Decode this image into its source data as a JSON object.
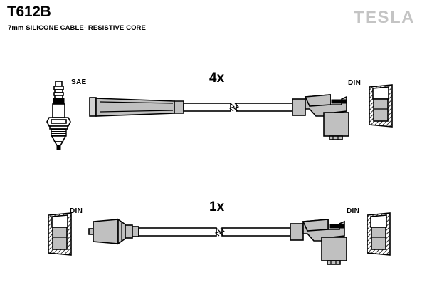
{
  "header": {
    "part_code": "T612B",
    "description": "7mm SILICONE CABLE- RESISTIVE CORE",
    "brand": "TESLA",
    "brand_color": "#c4c4c4"
  },
  "colors": {
    "line": "#000000",
    "metal_fill": "#c0c0c0",
    "light_fill": "#d4d4d4",
    "background": "#ffffff"
  },
  "assemblies": [
    {
      "id": "top-assembly",
      "quantity_label": "4x",
      "left_terminal": {
        "label": "SAE",
        "icon": "spark-plug-icon",
        "connector": "straight-boot"
      },
      "right_terminal": {
        "label": "DIN",
        "icon": "din-terminal-icon",
        "connector": "right-angle-boot"
      },
      "cable_break": "break-symbol"
    },
    {
      "id": "bottom-assembly",
      "quantity_label": "1x",
      "left_terminal": {
        "label": "DIN",
        "icon": "din-terminal-icon",
        "connector": "straight-distributor-boot"
      },
      "right_terminal": {
        "label": "DIN",
        "icon": "din-terminal-icon",
        "connector": "right-angle-boot"
      },
      "cable_break": "break-symbol"
    }
  ]
}
